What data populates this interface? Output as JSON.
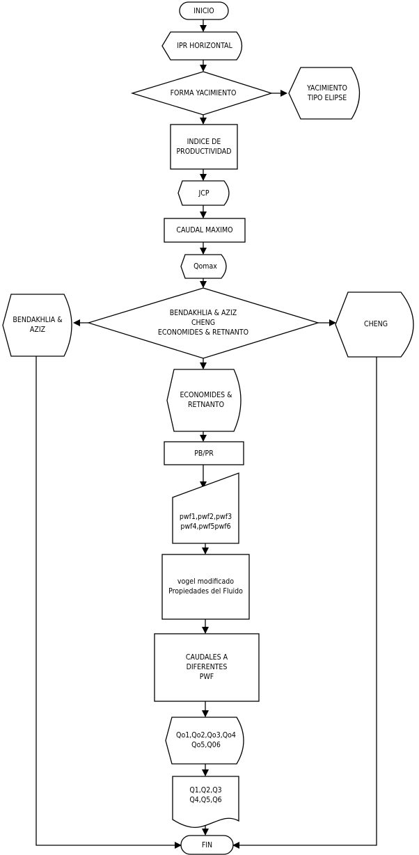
{
  "nodes": {
    "inicio": "INICIO",
    "ipr_horizontal": "IPR HORIZONTAL",
    "forma_yacimiento": "FORMA YACIMIENTO",
    "yacimiento_tipo_elipse": "YACIMIENTO\nTIPO ELIPSE",
    "indice_productividad": "INDICE DE\nPRODUCTIVIDAD",
    "jcp": "JCP",
    "caudal_maximo": "CAUDAL MAXIMO",
    "qomax": "Qomax",
    "decision_metodos": "BENDAKHLIA & AZIZ\nCHENG\nECONOMIDES & RETNANTO",
    "bendakhlia_aziz": "BENDAKHLIA &\nAZIZ",
    "cheng": "CHENG",
    "economides_retnanto": "ECONOMIDES &\nRETNANTO",
    "pb_pr": "PB/PR",
    "pwf_input": "pwf1,pwf2,pwf3\npwf4,pwf5pwf6",
    "vogel_modificado": "vogel modificado\nPropiedades del Fluido",
    "caudales_diferentes": "CAUDALES A\nDIFERENTES\nPWF",
    "qo_display": "Qo1,Qo2,Qo3,Qo4\nQo5,Q06",
    "q_document": "Q1,Q2,Q3\nQ4,Q5,Q6",
    "fin": "FIN"
  }
}
